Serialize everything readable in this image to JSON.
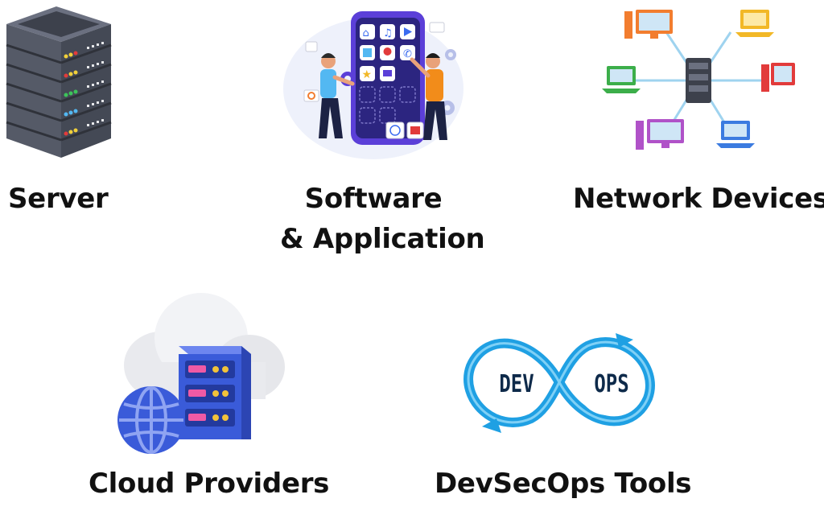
{
  "items": [
    {
      "label": "Server",
      "icon": "server-rack-icon"
    },
    {
      "label_line1": "Software",
      "label_line2": "& Application",
      "icon": "mobile-app-development-icon"
    },
    {
      "label": "Network Devices",
      "icon": "network-topology-icon"
    },
    {
      "label": "Cloud Providers",
      "icon": "cloud-server-globe-icon"
    },
    {
      "label": "DevSecOps Tools",
      "icon": "devops-infinity-icon",
      "logo_text_left": "DEV",
      "logo_text_right": "OPS"
    }
  ],
  "colors": {
    "text": "#111111",
    "devops_blue": "#1fa0e3",
    "server_dark": "#4a4f5c",
    "cloud_blue": "#3a5bd9"
  }
}
